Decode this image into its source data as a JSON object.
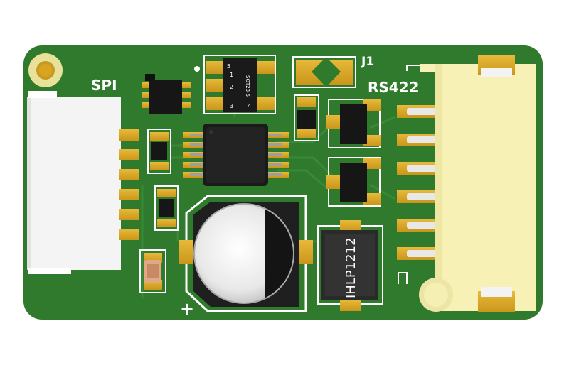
{
  "board": {
    "labels": {
      "spi": "SPI",
      "j1": "J1",
      "rs422": "RS422",
      "plus": "+"
    },
    "sot23": {
      "name": "SOT23-5",
      "pins": [
        "1",
        "2",
        "3",
        "4",
        "5"
      ]
    },
    "inductor": {
      "marking": "IHLP1212"
    }
  },
  "colors": {
    "pcb": "#2f7a2c",
    "pcb_dark": "#245f22",
    "trace": "#3a8c35",
    "pad": "#d9a520",
    "silkscreen": "#ffffff",
    "connector": "#f7f1b5",
    "chip": "#1a1a1a"
  }
}
